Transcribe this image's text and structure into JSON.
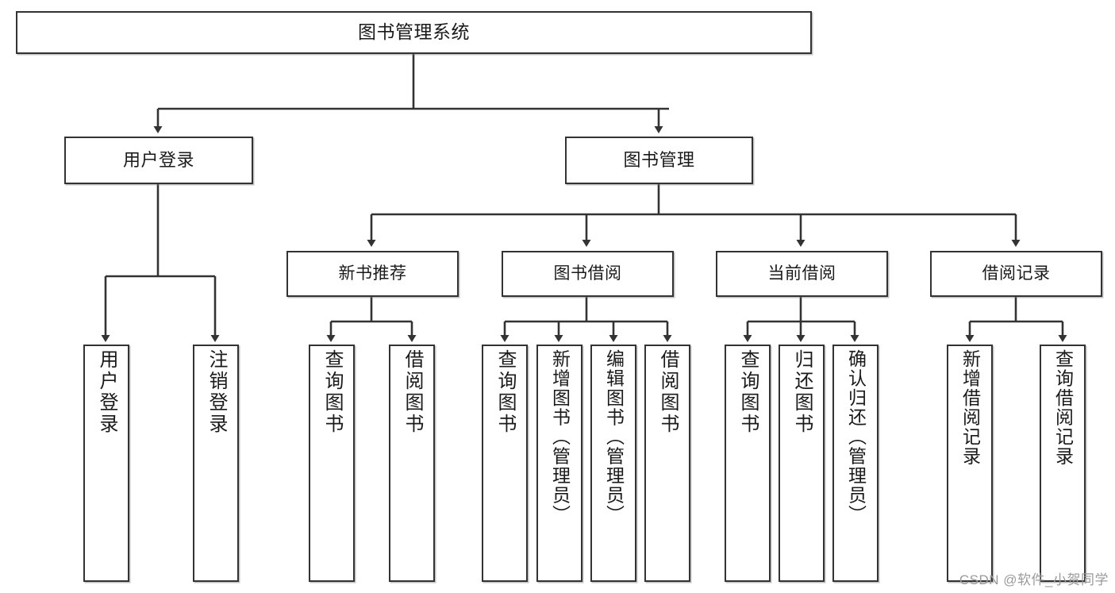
{
  "diagram": {
    "title": "图书管理系统",
    "type": "functional-structure-tree",
    "watermark": "CSDN @软件_小贺同学",
    "colors": {
      "border": "#333333",
      "background": "#ffffff",
      "text": "#1a1a1a",
      "watermark": "#9a9a9a"
    },
    "root": {
      "label": "图书管理系统"
    },
    "level1": [
      {
        "label": "用户登录"
      },
      {
        "label": "图书管理"
      }
    ],
    "level2": [
      {
        "label": "新书推荐"
      },
      {
        "label": "图书借阅"
      },
      {
        "label": "当前借阅"
      },
      {
        "label": "借阅记录"
      }
    ],
    "leaves": {
      "user_login": [
        {
          "label": "用户登录"
        },
        {
          "label": "注销登录"
        }
      ],
      "new_book_recommend": [
        {
          "label": "查询图书"
        },
        {
          "label": "借阅图书"
        }
      ],
      "book_borrow": [
        {
          "label": "查询图书"
        },
        {
          "label": "新增图书（管理员）"
        },
        {
          "label": "编辑图书（管理员）"
        },
        {
          "label": "借阅图书"
        }
      ],
      "current_borrow": [
        {
          "label": "查询图书"
        },
        {
          "label": "归还图书"
        },
        {
          "label": "确认归还（管理员）"
        }
      ],
      "borrow_record": [
        {
          "label": "新增借阅记录"
        },
        {
          "label": "查询借阅记录"
        }
      ]
    }
  }
}
